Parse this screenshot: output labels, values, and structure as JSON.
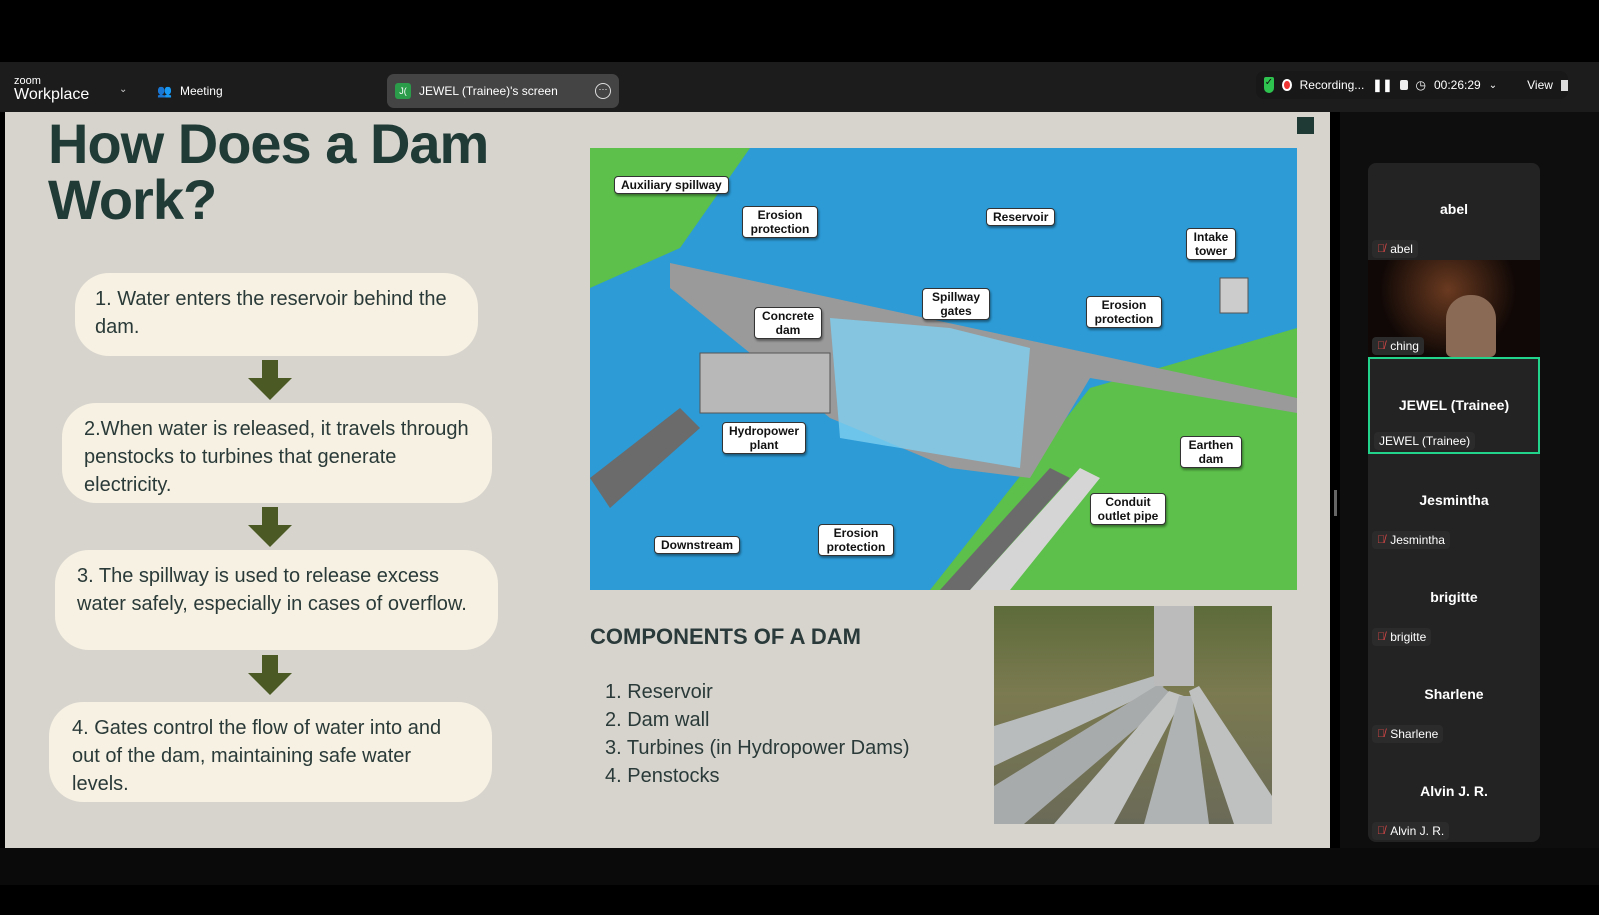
{
  "toolbar": {
    "logo_small": "zoom",
    "logo_big": "Workplace",
    "meeting": "Meeting",
    "share_initials": "J(",
    "share_label": "JEWEL (Trainee)'s screen",
    "recording": "Recording...",
    "timer": "00:26:29",
    "view": "View"
  },
  "slide": {
    "title": "How Does a Dam Work?",
    "steps": [
      "1. Water enters the reservoir behind the dam.",
      "2.When water is released, it travels through penstocks to turbines that generate electricity.",
      "3. The spillway is used to release excess water safely, especially in cases of overflow.",
      "4. Gates control the flow of water into and out of the dam, maintaining safe water levels."
    ],
    "diagram_labels": [
      "Auxiliary spillway",
      "Erosion protection",
      "Reservoir",
      "Intake tower",
      "Concrete dam",
      "Spillway gates",
      "Erosion protection",
      "Hydropower plant",
      "Earthen dam",
      "Conduit outlet pipe",
      "Downstream",
      "Erosion protection"
    ],
    "components_title": "COMPONENTS OF A DAM",
    "components": [
      "1. Reservoir",
      "2. Dam wall",
      "3. Turbines (in Hydropower Dams)",
      "4. Penstocks"
    ]
  },
  "participants": [
    {
      "name": "abel",
      "tag": "abel",
      "muted": true
    },
    {
      "name": "",
      "tag": "ching",
      "muted": true,
      "video": true
    },
    {
      "name": "JEWEL (Trainee)",
      "tag": "JEWEL (Trainee)",
      "muted": false,
      "active": true
    },
    {
      "name": "Jesmintha",
      "tag": "Jesmintha",
      "muted": true
    },
    {
      "name": "brigitte",
      "tag": "brigitte",
      "muted": true
    },
    {
      "name": "Sharlene",
      "tag": "Sharlene",
      "muted": true
    },
    {
      "name": "Alvin J. R.",
      "tag": "Alvin J. R.",
      "muted": true
    }
  ]
}
